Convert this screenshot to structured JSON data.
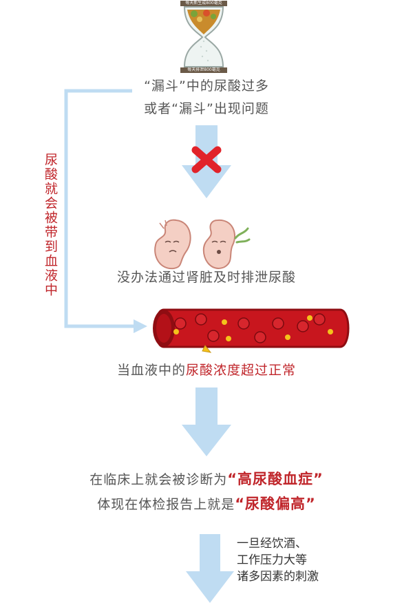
{
  "hourglass": {
    "top_label": "每天新生成800毫克",
    "bottom_label": "每天排泄800毫克"
  },
  "funnel_text": {
    "line1": "“漏斗”中的尿酸过多",
    "line2": "或者“漏斗”出现问题"
  },
  "side_label": "尿酸就会被带到血液中",
  "kidney_caption": "没办法通过肾脏及时排泄尿酸",
  "blood_text": {
    "prefix": "当血液中的",
    "highlight": "尿酸浓度超过正常"
  },
  "diagnosis": {
    "line1_prefix": "在临床上就会被诊断为",
    "line1_highlight": "“高尿酸血症”",
    "line2_prefix": "体现在体检报告上就是",
    "line2_highlight": "“尿酸偏高”"
  },
  "triggers": [
    "一旦经饮酒、",
    "工作压力大等",
    "诸多因素的刺激"
  ],
  "colors": {
    "accent": "#c0262b",
    "arrow": "#bfdcf2",
    "blood": "#c8161e",
    "urate": "#f4c21b"
  }
}
